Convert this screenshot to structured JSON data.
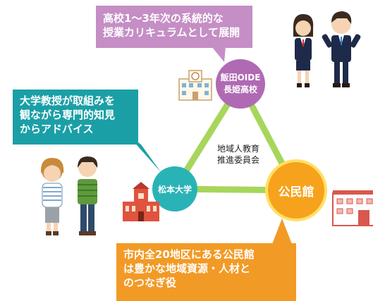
{
  "callouts": {
    "top": [
      "高校1〜3年次の系統的な",
      "授業カリキュラムとして展開"
    ],
    "left": [
      "大学教授が取組みを",
      "観ながら専門的知見",
      "からアドバイス"
    ],
    "bottom": [
      "市内全20地区にある公民館",
      "は豊かな地域資源・人材と",
      "のつなぎ役"
    ]
  },
  "nodes": {
    "school": [
      "飯田OIDE",
      "長姫高校"
    ],
    "university": "松本大学",
    "kominkan": "公民館"
  },
  "center": [
    "地域人教育",
    "推進委員会"
  ],
  "colors": {
    "school": "#b06ab3",
    "university": "#2ab3b6",
    "kominkan": "#f7a21c",
    "triangle": "#a7d65b",
    "callout_top": "#c58ec5",
    "callout_left": "#1b9fa6",
    "callout_bottom": "#f29a26"
  }
}
